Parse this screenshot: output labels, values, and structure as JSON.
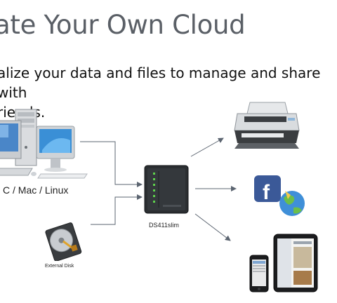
{
  "slide": {
    "title": "ate Your Own Cloud",
    "body_line1": "alize your data and files to manage and share with",
    "body_line2": "riends."
  },
  "diagram": {
    "nodes": {
      "computers": {
        "label": "C / Mac / Linux",
        "icon": "computers-icon"
      },
      "nas": {
        "label": "DS411slim",
        "icon": "nas-server-icon"
      },
      "external_disk": {
        "label": "External Disk",
        "icon": "hard-disk-icon"
      },
      "printer": {
        "icon": "printer-icon"
      },
      "social": {
        "icon": "facebook-globe-icon"
      },
      "mobile": {
        "icon": "phone-tablet-icon"
      }
    },
    "colors": {
      "connector": "#5b6470",
      "nas_body": "#2b2e31",
      "facebook": "#3b5998"
    }
  }
}
